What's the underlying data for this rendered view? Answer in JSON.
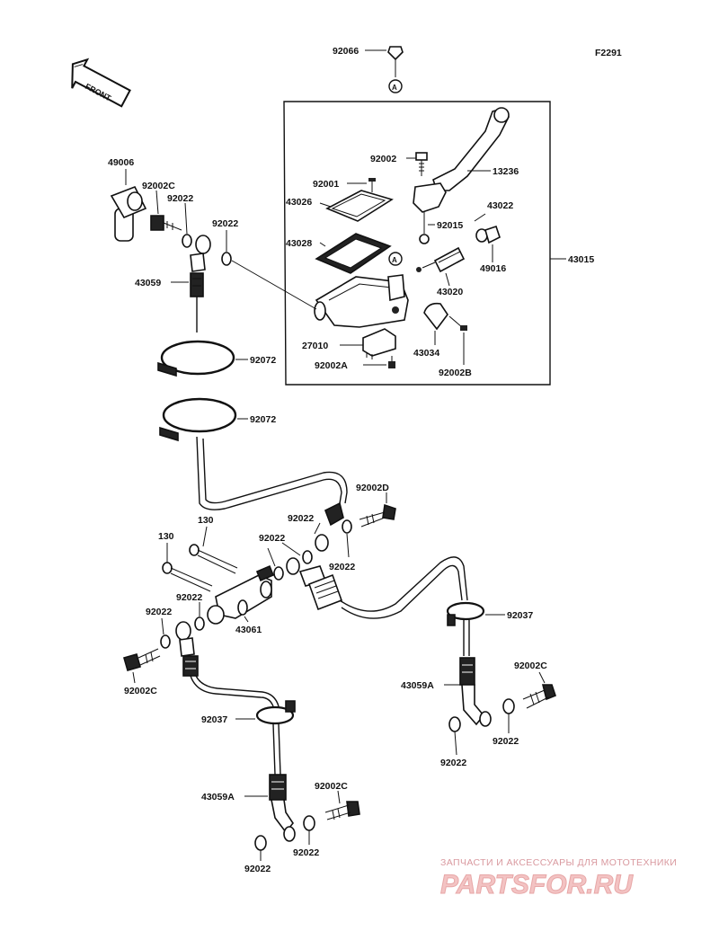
{
  "figure_code": "F2291",
  "front_badge": "FRONT",
  "marker_letter": "A",
  "labels": {
    "p92066": "92066",
    "p92002": "92002",
    "p13236": "13236",
    "p92001": "92001",
    "p43026": "43026",
    "p43028": "43028",
    "p92015": "92015",
    "p43022": "43022",
    "p49016": "49016",
    "p43015": "43015",
    "p43020": "43020",
    "p27010": "27010",
    "p43034": "43034",
    "p92002A": "92002A",
    "p92002B": "92002B",
    "p49006": "49006",
    "p92002C_top": "92002C",
    "p92022_a": "92022",
    "p92022_b": "92022",
    "p43059": "43059",
    "p92072_a": "92072",
    "p92072_b": "92072",
    "p92002D": "92002D",
    "p130_a": "130",
    "p130_b": "130",
    "p92022_c": "92022",
    "p92022_d": "92022",
    "p92022_e": "92022",
    "p92022_f": "92022",
    "p92022_g": "92022",
    "p43061": "43061",
    "p92002C_left": "92002C",
    "p92037_right": "92037",
    "p92002C_right": "92002C",
    "p43059A_right": "43059A",
    "p92022_h": "92022",
    "p92022_i": "92022",
    "p92037_left": "92037",
    "p43059A_left": "43059A",
    "p92002C_bottom": "92002C",
    "p92022_j": "92022",
    "p92022_k": "92022"
  },
  "watermark": {
    "caption": "ЗАПЧАСТИ И АКСЕССУАРЫ ДЛЯ МОТОТЕХНИКИ",
    "brand": "PARTSFOR.RU"
  }
}
